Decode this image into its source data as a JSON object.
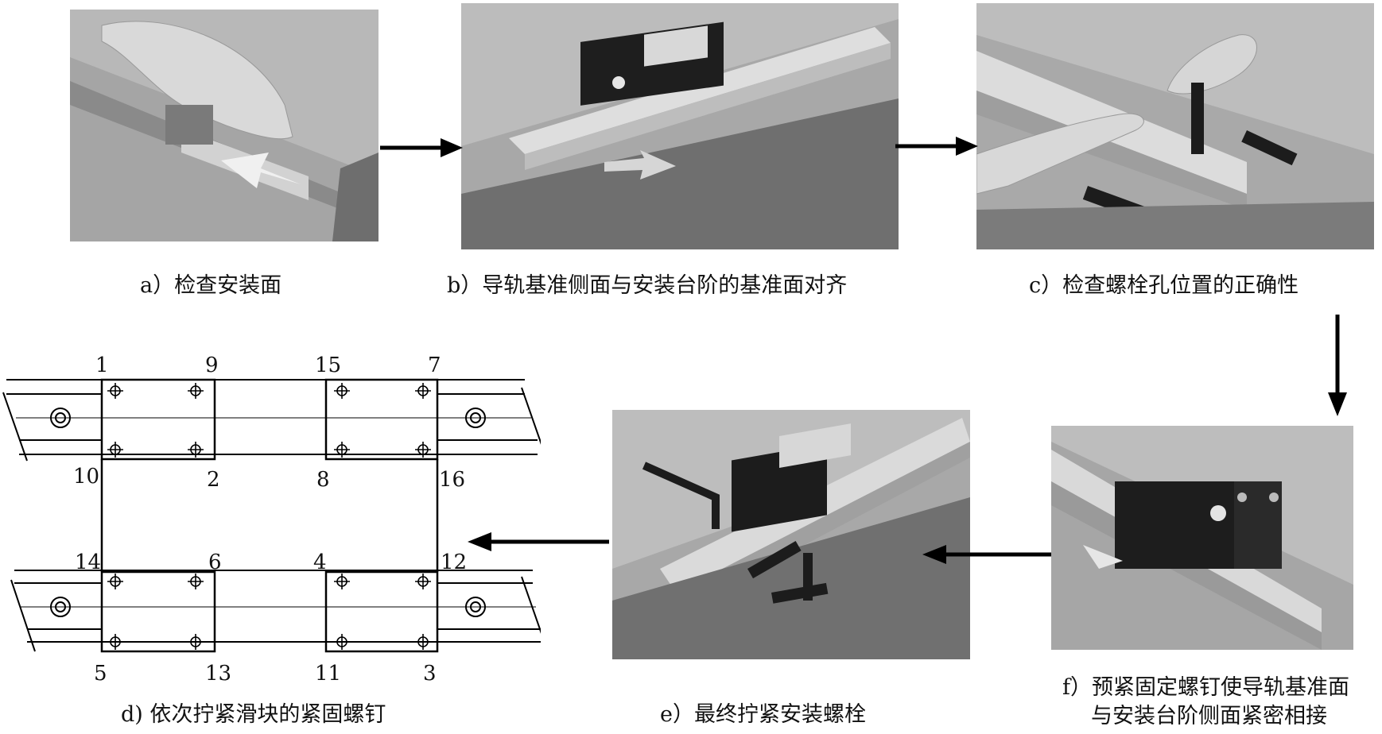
{
  "captions": {
    "a": "a）检查安装面",
    "b": "b）导轨基准侧面与安装台阶的基准面对齐",
    "c": "c）检查螺栓孔位置的正确性",
    "d": "d) 依次拧紧滑块的紧固螺钉",
    "e": "e）最终拧紧安装螺栓",
    "f_line1": "f）预紧固定螺钉使导轨基准面",
    "f_line2": "与安装台阶侧面紧密相接"
  },
  "tightening_order": {
    "n1": "1",
    "n9": "9",
    "n15": "15",
    "n7": "7",
    "n10": "10",
    "n2": "2",
    "n8": "8",
    "n16": "16",
    "n14": "14",
    "n6": "6",
    "n4": "4",
    "n12": "12",
    "n5": "5",
    "n13": "13",
    "n11": "11",
    "n3": "3"
  },
  "icons": {
    "flow_arrow": "arrow-right-icon",
    "down_arrow": "arrow-down-icon",
    "left_arrow": "arrow-left-icon",
    "bolt": "bolt-hole-icon"
  }
}
